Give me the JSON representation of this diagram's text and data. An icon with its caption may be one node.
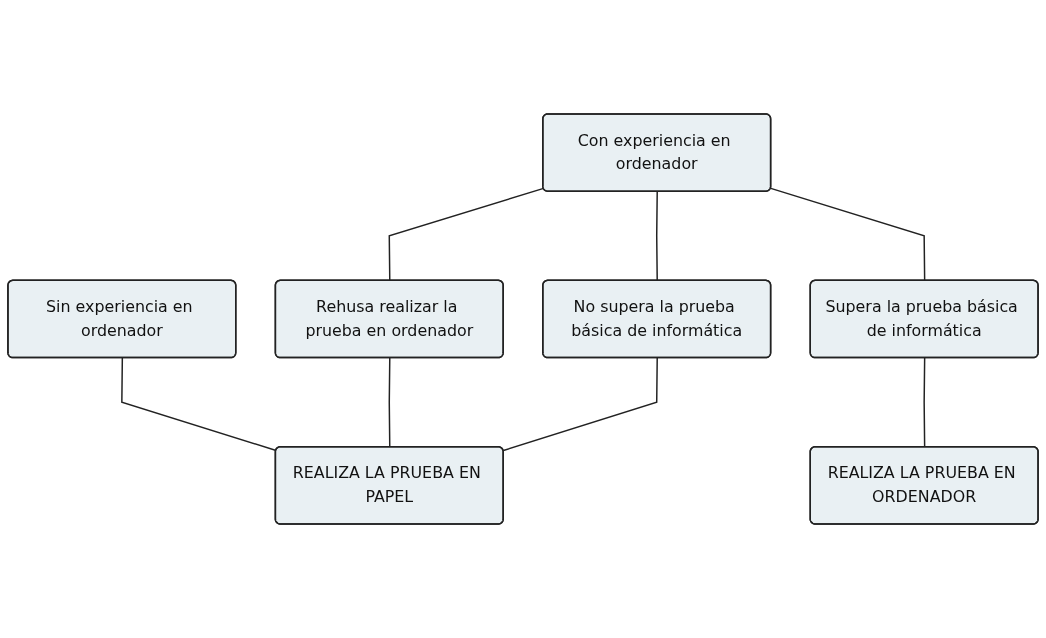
{
  "diagram": {
    "nodes": [
      {
        "text": [
          "Sin experiencia en ordenador"
        ]
      },
      {
        "text": [
          "Con experiencia en ordenador"
        ]
      },
      {
        "text": [
          "Rehusa realizar la prueba en ordenador"
        ]
      },
      {
        "text": [
          "No supera la prueba básica de informática"
        ]
      },
      {
        "text": [
          "Supera la prueba básica de informática"
        ]
      },
      {
        "text": [
          "REALIZA LA PRUEBA EN PAPEL"
        ]
      },
      {
        "text": [
          "REALIZA LA PRUEBA EN ORDENADOR"
        ]
      }
    ],
    "edges": [
      {
        "from": 0,
        "to": 5,
        "arrow": "none"
      },
      {
        "from": 1,
        "to": 2,
        "arrow": "none"
      },
      {
        "from": 1,
        "to": 3,
        "arrow": "none"
      },
      {
        "from": 1,
        "to": 4,
        "arrow": "none"
      },
      {
        "from": 2,
        "to": 5,
        "arrow": "none"
      },
      {
        "from": 3,
        "to": 5,
        "arrow": "none"
      },
      {
        "from": 4,
        "to": 6,
        "arrow": "none"
      }
    ]
  }
}
